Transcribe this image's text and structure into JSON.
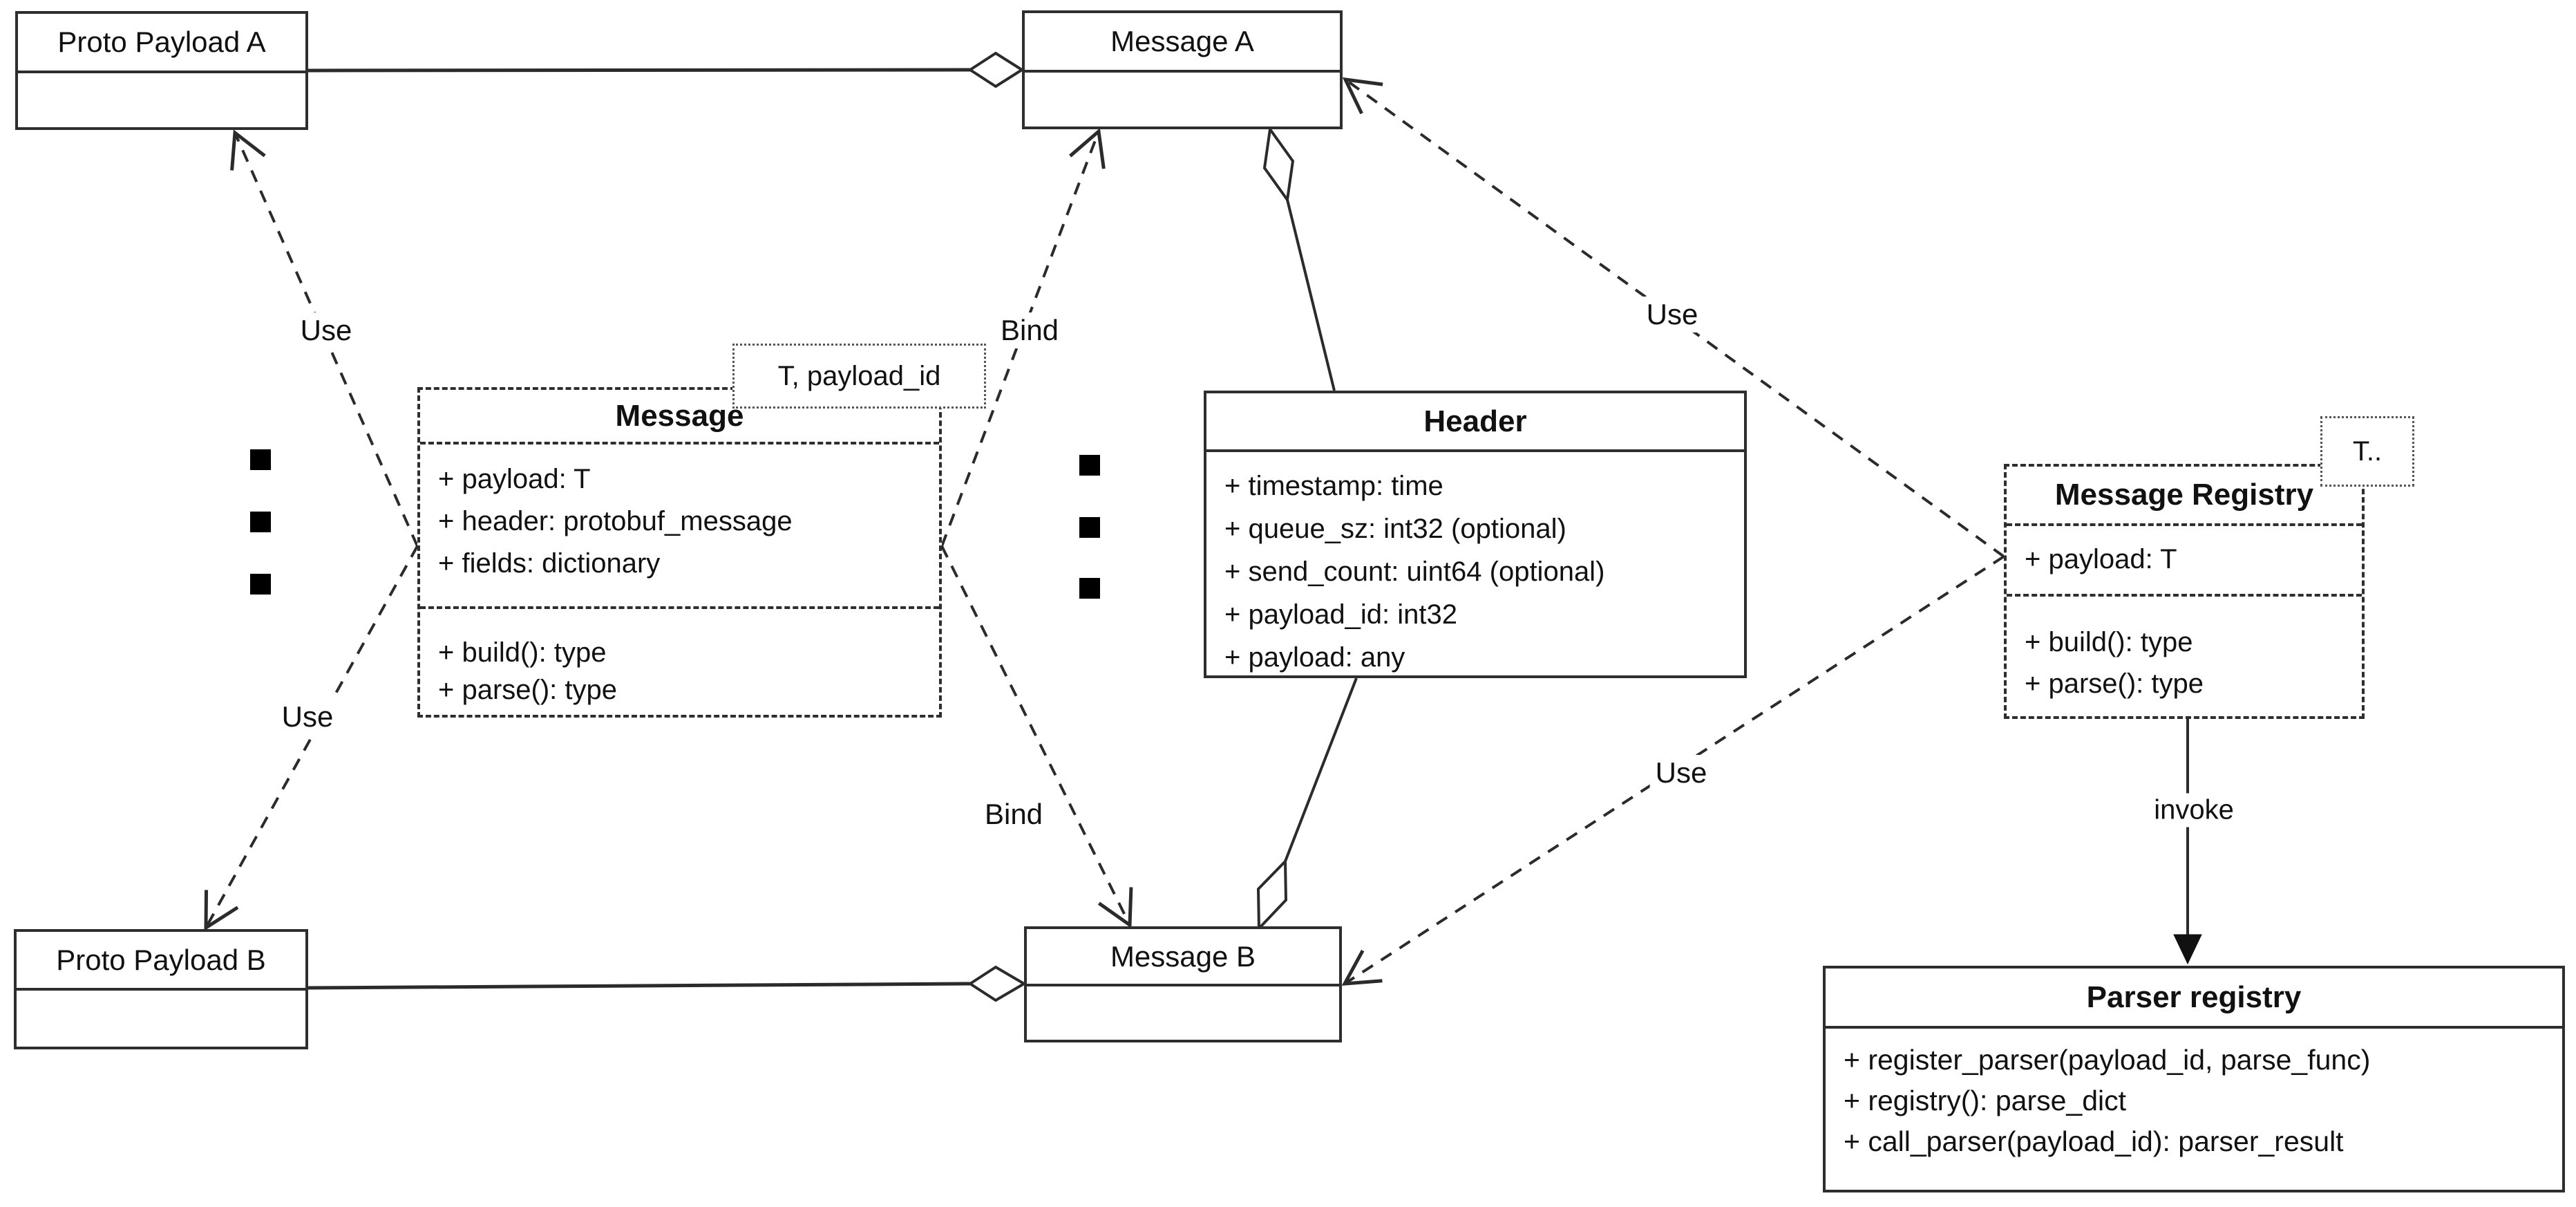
{
  "diagram": {
    "classes": {
      "proto_payload_a": {
        "title": "Proto Payload A"
      },
      "message_a": {
        "title": "Message A"
      },
      "message": {
        "title": "Message",
        "template_params": "T, payload_id",
        "attributes": [
          "+ payload: T",
          "+ header: protobuf_message",
          "+ fields: dictionary"
        ],
        "methods": [
          "+ build(): type",
          "+ parse(): type"
        ]
      },
      "header": {
        "title": "Header",
        "attributes": [
          "+ timestamp: time",
          "+ queue_sz: int32 (optional)",
          "+ send_count: uint64 (optional)",
          "+ payload_id: int32",
          "+ payload: any"
        ]
      },
      "message_registry": {
        "title": "Message Registry",
        "template_params": "T..",
        "attributes": [
          "+ payload: T"
        ],
        "methods": [
          "+ build(): type",
          "+ parse(): type"
        ]
      },
      "proto_payload_b": {
        "title": "Proto Payload B"
      },
      "message_b": {
        "title": "Message B"
      },
      "parser_registry": {
        "title": "Parser registry",
        "methods": [
          "+ register_parser(payload_id, parse_func)",
          "+ registry(): parse_dict",
          "+ call_parser(payload_id): parser_result"
        ]
      }
    },
    "labels": {
      "use_top_left": "Use",
      "use_bottom_left": "Use",
      "use_top_right": "Use",
      "use_bottom_right": "Use",
      "bind_top": "Bind",
      "bind_bottom": "Bind",
      "invoke": "invoke"
    },
    "colors": {
      "line": "#2b2b2b",
      "text": "#111111",
      "background": "#ffffff"
    }
  }
}
